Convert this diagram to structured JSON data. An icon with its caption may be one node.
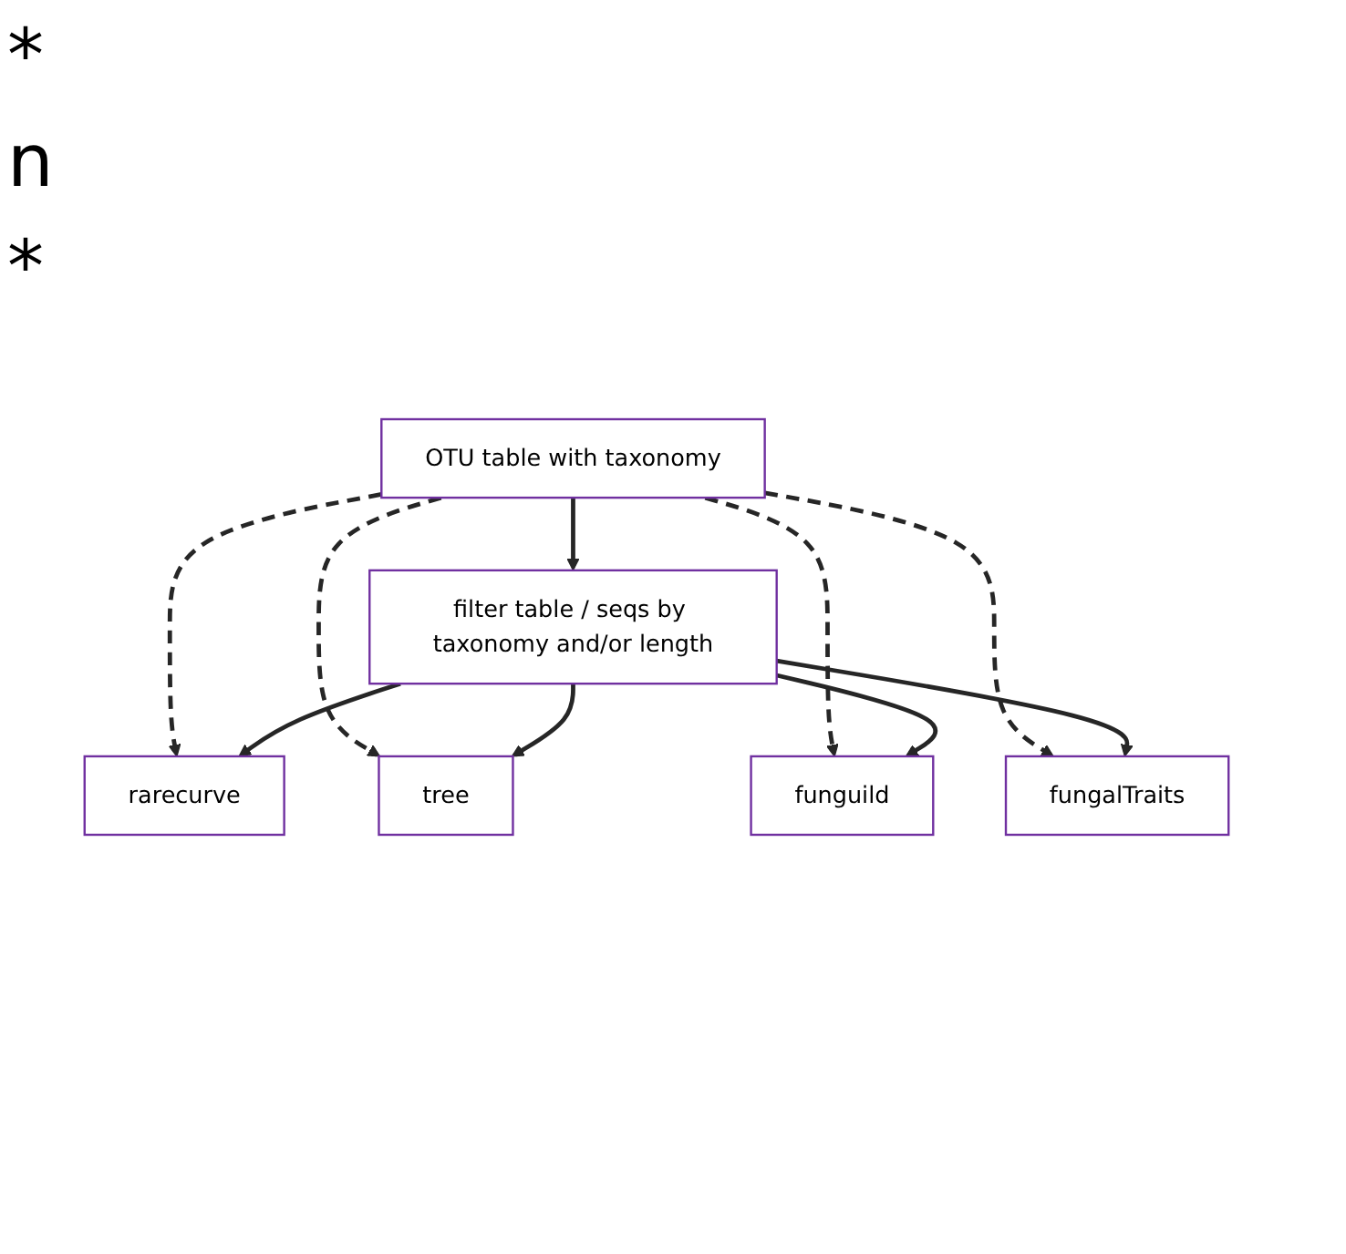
{
  "diagram": {
    "nodes": [
      {
        "text": [
          "OTU table with taxonomy"
        ]
      },
      {
        "text": [
          "filter table / seqs by taxonomy and/or length"
        ]
      },
      {
        "text": [
          "funguild"
        ]
      },
      {
        "text": [
          "fungalTraits"
        ]
      },
      {
        "text": [
          "tree"
        ]
      },
      {
        "text": [
          "rarecurve"
        ]
      }
    ],
    "edges": [
      {
        "from": 0,
        "to": 1,
        "arrow": "to"
      },
      {
        "from": 0,
        "to": 5,
        "arrow": "to",
        "style": "dashed"
      },
      {
        "from": 0,
        "to": 4,
        "arrow": "to",
        "style": "dashed"
      },
      {
        "from": 0,
        "to": 2,
        "arrow": "to",
        "style": "dashed"
      },
      {
        "from": 0,
        "to": 3,
        "arrow": "to",
        "style": "dashed"
      },
      {
        "from": 1,
        "to": 5,
        "arrow": "to"
      },
      {
        "from": 1,
        "to": 4,
        "arrow": "to"
      },
      {
        "from": 1,
        "to": 2,
        "arrow": "to"
      },
      {
        "from": 1,
        "to": 3,
        "arrow": "to"
      }
    ],
    "labels": [
      "*",
      "n",
      "*"
    ]
  }
}
